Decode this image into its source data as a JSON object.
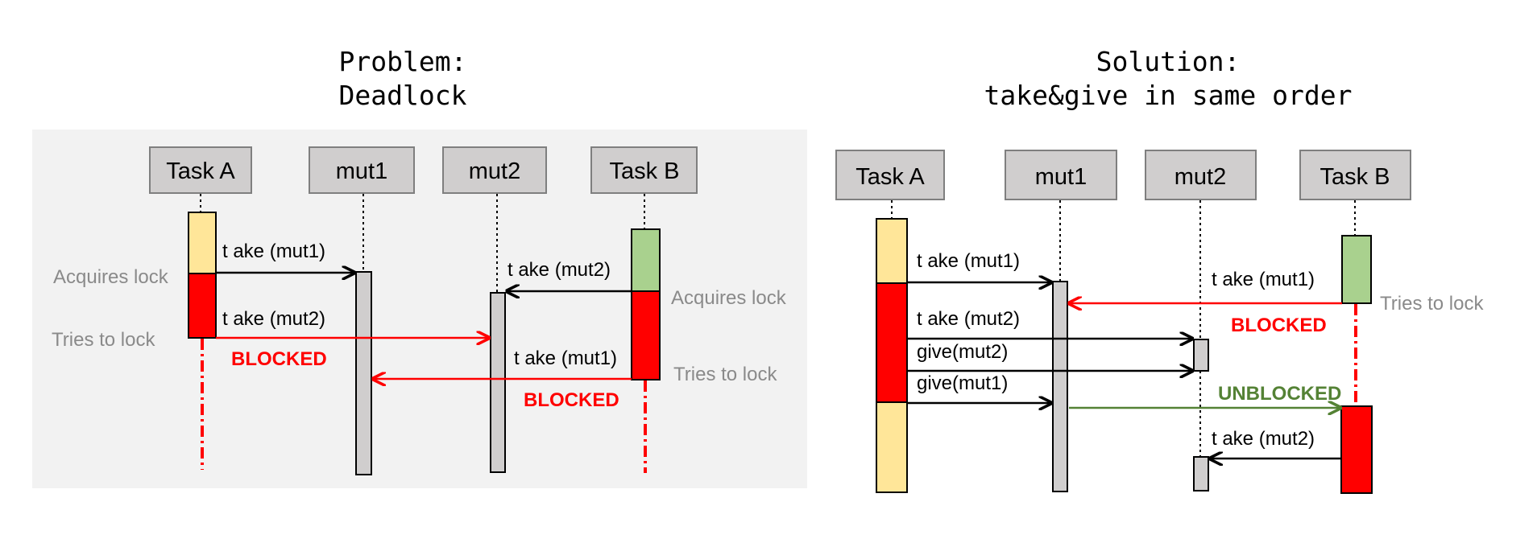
{
  "left": {
    "title_line1": "Problem:",
    "title_line2": "Deadlock",
    "participants": [
      "Task A",
      "mut1",
      "mut2",
      "Task B"
    ],
    "messages": [
      "t ake (mut1)",
      "t ake (mut2)",
      "t ake (mut2)",
      "t ake (mut1)"
    ],
    "notes": [
      "Acquires lock",
      "Tries to lock",
      "Acquires lock",
      "Tries to lock"
    ],
    "blocked": [
      "BLOCKED",
      "BLOCKED"
    ]
  },
  "right": {
    "title_line1": "Solution:",
    "title_line2": "take&give in same order",
    "participants": [
      "Task A",
      "mut1",
      "mut2",
      "Task B"
    ],
    "messages": [
      "t ake (mut1)",
      "t ake (mut2)",
      "give(mut2)",
      "give(mut1)",
      "t ake (mut1)",
      "t ake (mut2)"
    ],
    "notes": [
      "Tries to lock"
    ],
    "blocked": "BLOCKED",
    "unblocked": "UNBLOCKED"
  },
  "colors": {
    "panel_bg": "#f2f2f2",
    "box_fill": "#d0cece",
    "lock_yellow": "#ffe699",
    "lock_red": "#ff0000",
    "lock_green": "#a9d18e",
    "bar_gray": "#d0cece",
    "blocked_red": "#ff0000",
    "unblocked_green": "#548235",
    "note_gray": "#8a8a8a"
  }
}
